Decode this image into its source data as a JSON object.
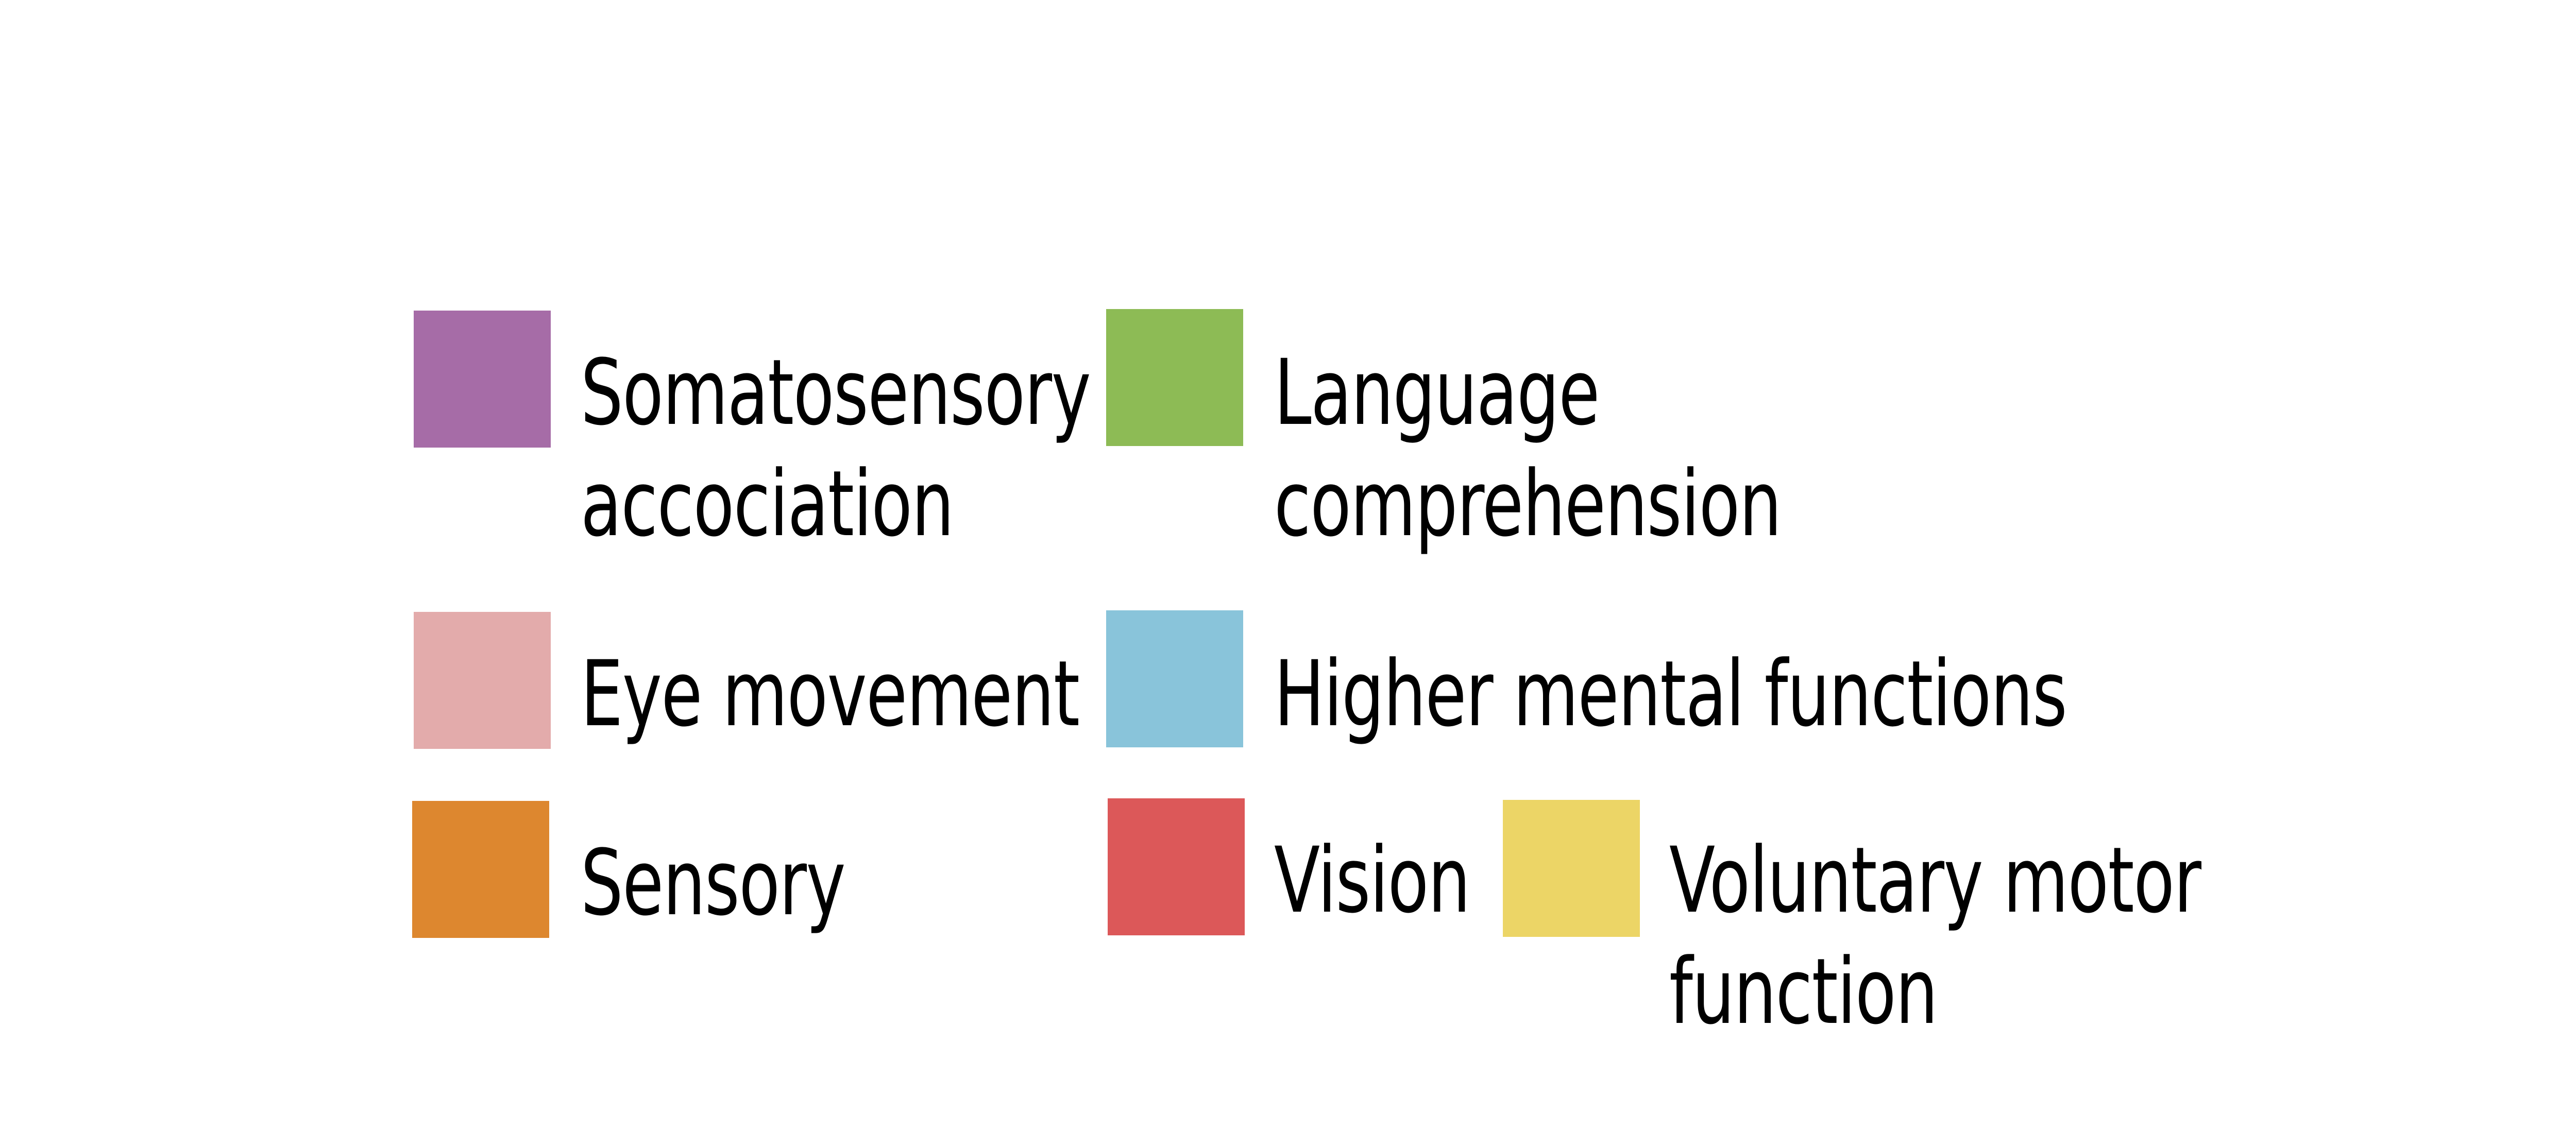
{
  "legend": {
    "items": [
      {
        "key": "somatosensory",
        "label": "Somatosensory\naccociation",
        "color": "#A66CA7"
      },
      {
        "key": "language",
        "label": "Language\ncomprehension",
        "color": "#8DBB55"
      },
      {
        "key": "eye-movement",
        "label": "Eye movement",
        "color": "#E3ABAB"
      },
      {
        "key": "higher-mental",
        "label": "Higher mental functions",
        "color": "#89C4DA"
      },
      {
        "key": "sensory",
        "label": "Sensory",
        "color": "#DD872F"
      },
      {
        "key": "vision",
        "label": "Vision",
        "color": "#DC5859"
      },
      {
        "key": "voluntary-motor",
        "label": "Voluntary motor function",
        "color": "#ECD566"
      }
    ]
  }
}
